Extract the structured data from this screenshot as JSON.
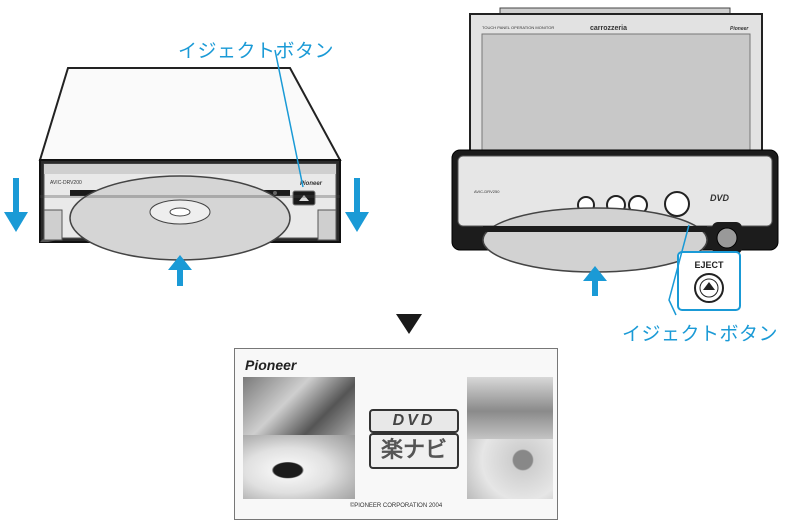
{
  "labels": {
    "eject_button_left": "イジェクトボタン",
    "eject_button_right": "イジェクトボタン",
    "eject_key": "EJECT",
    "brand_left": "carrozzeria",
    "brand_right": "carrozzeria",
    "pioneer_left": "Pioneer",
    "pioneer_right": "Pioneer",
    "model_left": "AVIC-DRV200",
    "model_right": "AVIC-DRV250",
    "touch_panel": "TOUCH PANEL OPERATION MONITOR",
    "dvd_logo": "DVD"
  },
  "screen": {
    "brand": "Pioneer",
    "dvd": "DVD",
    "title": "楽ナビ",
    "copyright": "©PIONEER CORPORATION 2004"
  },
  "colors": {
    "accent": "#1a9ad6",
    "arrow": "#1a9ad6",
    "chassis": "#1a1a1a"
  }
}
